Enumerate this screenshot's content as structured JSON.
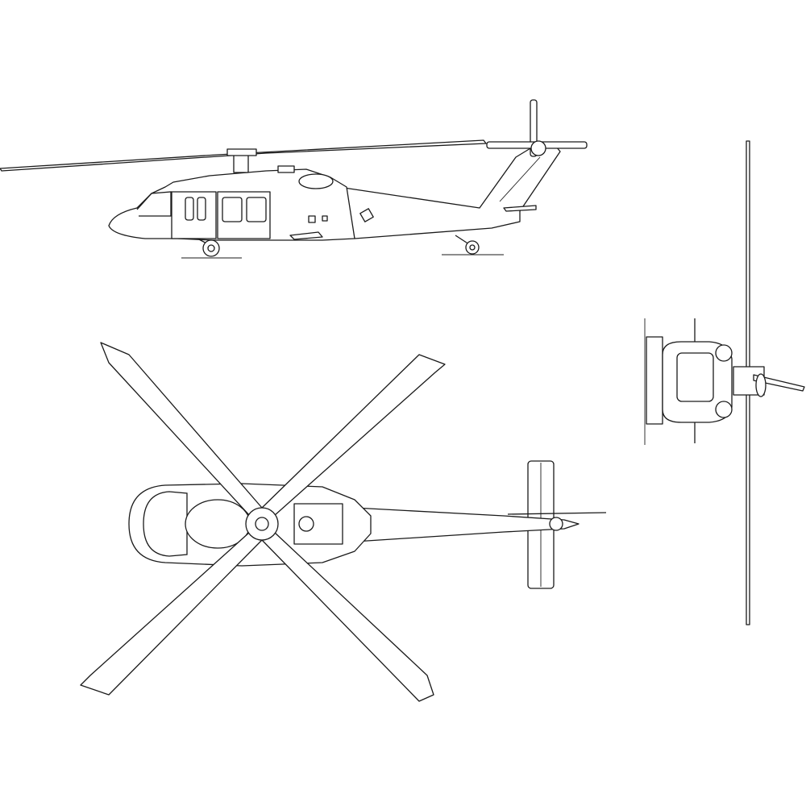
{
  "drawing": {
    "views": [
      "side",
      "top",
      "front"
    ],
    "line_color": "#1a1a1a",
    "background_color": "#ffffff"
  }
}
